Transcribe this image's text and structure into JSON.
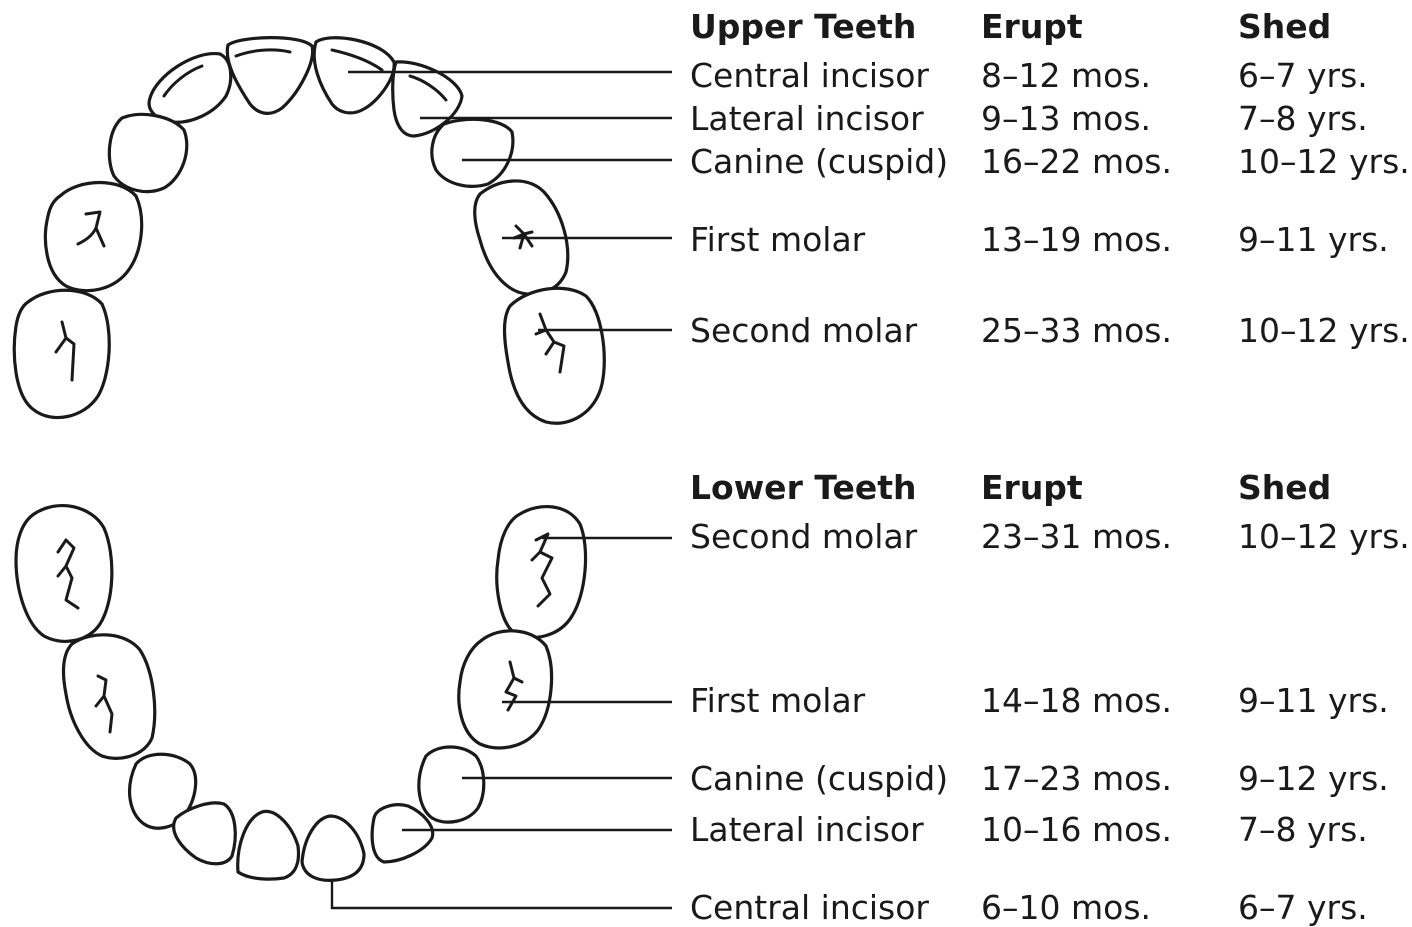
{
  "upper": {
    "headers": {
      "teeth": "Upper Teeth",
      "erupt": "Erupt",
      "shed": "Shed"
    },
    "rows": [
      {
        "name": "Central incisor",
        "erupt": "8–12 mos.",
        "shed": "6–7 yrs."
      },
      {
        "name": "Lateral incisor",
        "erupt": "9–13 mos.",
        "shed": "7–8 yrs."
      },
      {
        "name": "Canine (cuspid)",
        "erupt": "16–22 mos.",
        "shed": "10–12 yrs."
      },
      {
        "name": "First molar",
        "erupt": "13–19 mos.",
        "shed": "9–11 yrs."
      },
      {
        "name": "Second molar",
        "erupt": "25–33 mos.",
        "shed": "10–12 yrs."
      }
    ]
  },
  "lower": {
    "headers": {
      "teeth": "Lower Teeth",
      "erupt": "Erupt",
      "shed": "Shed"
    },
    "rows": [
      {
        "name": "Second molar",
        "erupt": "23–31 mos.",
        "shed": "10–12 yrs."
      },
      {
        "name": "First molar",
        "erupt": "14–18 mos.",
        "shed": "9–11 yrs."
      },
      {
        "name": "Canine (cuspid)",
        "erupt": "17–23 mos.",
        "shed": "9–12 yrs."
      },
      {
        "name": "Lateral incisor",
        "erupt": "10–16 mos.",
        "shed": "7–8 yrs."
      },
      {
        "name": "Central incisor",
        "erupt": "6–10 mos.",
        "shed": "6–7 yrs."
      }
    ]
  }
}
